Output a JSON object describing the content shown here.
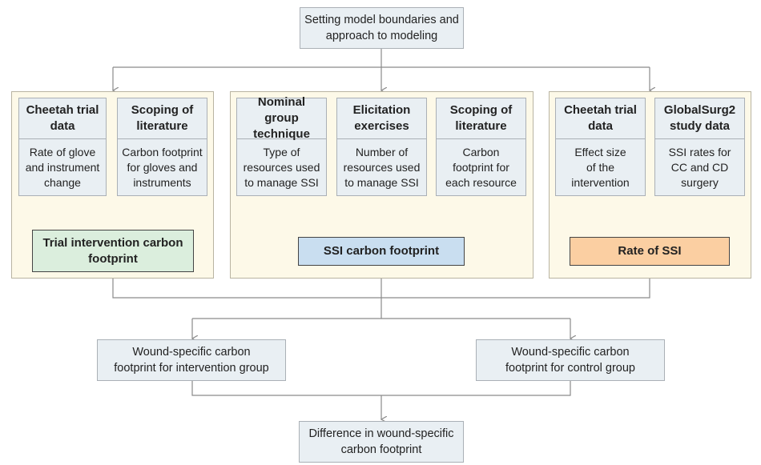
{
  "top": {
    "text": "Setting model boundaries and\napproach to modeling"
  },
  "panels": {
    "left": {
      "cards": [
        {
          "title": "Cheetah trial\ndata",
          "body": "Rate of glove\nand instrument\nchange"
        },
        {
          "title": "Scoping of\nliterature",
          "body": "Carbon footprint\nfor gloves and\ninstruments"
        }
      ],
      "output": "Trial intervention carbon\nfootprint"
    },
    "middle": {
      "cards": [
        {
          "title": "Nominal group\ntechnique",
          "body": "Type of\nresources used\nto manage SSI"
        },
        {
          "title": "Elicitation\nexercises",
          "body": "Number of\nresources used\nto manage SSI"
        },
        {
          "title": "Scoping of\nliterature",
          "body": "Carbon\nfootprint for\neach resource"
        }
      ],
      "output": "SSI carbon footprint"
    },
    "right": {
      "cards": [
        {
          "title": "Cheetah trial\ndata",
          "body": "Effect size\nof the\nintervention"
        },
        {
          "title": "GlobalSurg2\nstudy data",
          "body": "SSI rates for\nCC and CD\nsurgery"
        }
      ],
      "output": "Rate of SSI"
    }
  },
  "results": {
    "intervention": "Wound-specific carbon\nfootprint for intervention group",
    "control": "Wound-specific carbon\nfootprint for control group"
  },
  "difference": "Difference in wound-specific\ncarbon footprint",
  "colors": {
    "panel_fill": "#fdf9e8",
    "card_fill": "#e9eff3",
    "trial_output": "#dbeedd",
    "ssi_output": "#c9def0",
    "rate_output": "#fbcfa2",
    "connector": "#8a8a8a"
  }
}
